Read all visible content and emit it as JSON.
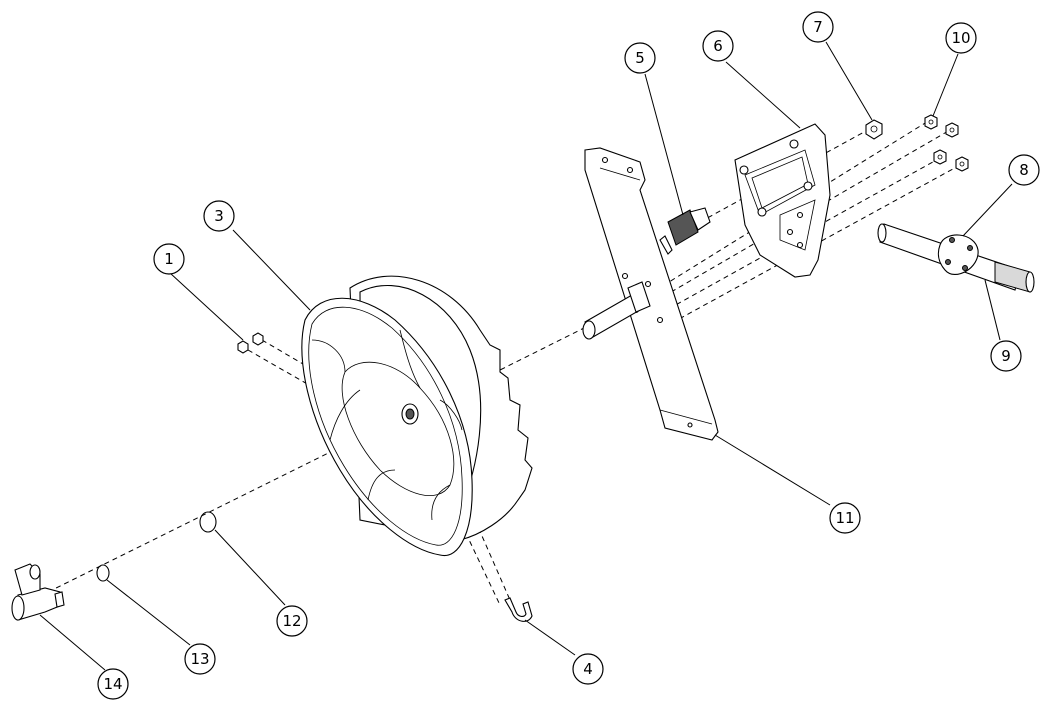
{
  "diagram": {
    "callouts": [
      {
        "id": "c1",
        "label": "1"
      },
      {
        "id": "c2",
        "label": "3"
      },
      {
        "id": "c3",
        "label": "4"
      },
      {
        "id": "c4",
        "label": "5"
      },
      {
        "id": "c5",
        "label": "6"
      },
      {
        "id": "c6",
        "label": "7"
      },
      {
        "id": "c7",
        "label": "8"
      },
      {
        "id": "c8",
        "label": "9"
      },
      {
        "id": "c9",
        "label": "10"
      },
      {
        "id": "c10",
        "label": "11"
      },
      {
        "id": "c11",
        "label": "12"
      },
      {
        "id": "c12",
        "label": "13"
      },
      {
        "id": "c13",
        "label": "14"
      }
    ]
  }
}
